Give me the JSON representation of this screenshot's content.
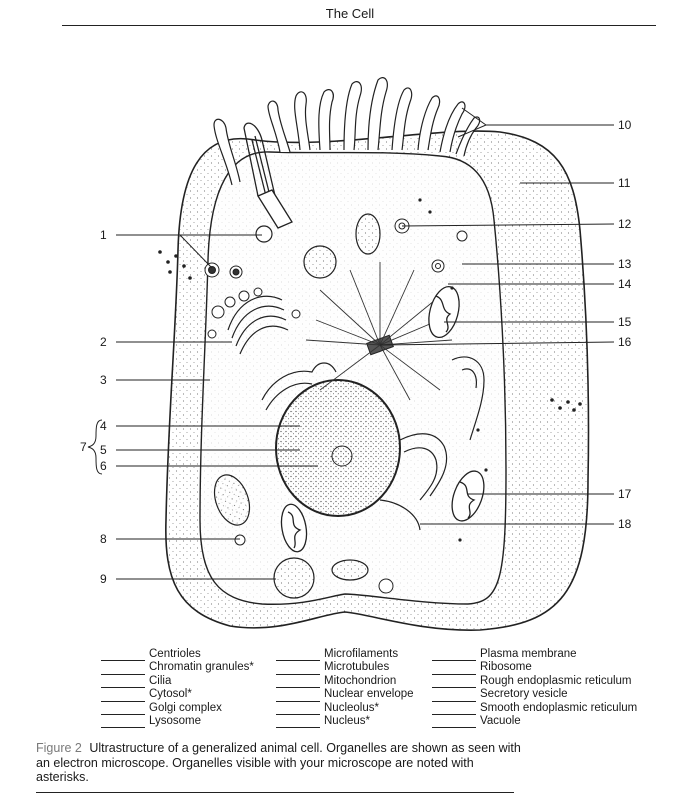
{
  "header": {
    "title": "The Cell"
  },
  "diagram": {
    "left_labels": [
      "1",
      "2",
      "3",
      "4",
      "5",
      "6",
      "7",
      "8",
      "9"
    ],
    "right_labels": [
      "10",
      "11",
      "12",
      "13",
      "14",
      "15",
      "16",
      "17",
      "18"
    ]
  },
  "key": {
    "col1": [
      "Centrioles",
      "Chromatin granules*",
      "Cilia",
      "Cytosol*",
      "Golgi complex",
      "Lysosome"
    ],
    "col2": [
      "Microfilaments",
      "Microtubules",
      "Mitochondrion",
      "Nuclear envelope",
      "Nucleolus*",
      "Nucleus*"
    ],
    "col3": [
      "Plasma membrane",
      "Ribosome",
      "Rough endoplasmic reticulum",
      "Secretory vesicle",
      "Smooth endoplasmic reticulum",
      "Vacuole"
    ]
  },
  "caption": {
    "figure": "Figure 2",
    "text": "Ultrastructure of a generalized animal cell. Organelles are shown as seen with an electron microscope. Organelles visible with your microscope are noted with asterisks."
  }
}
